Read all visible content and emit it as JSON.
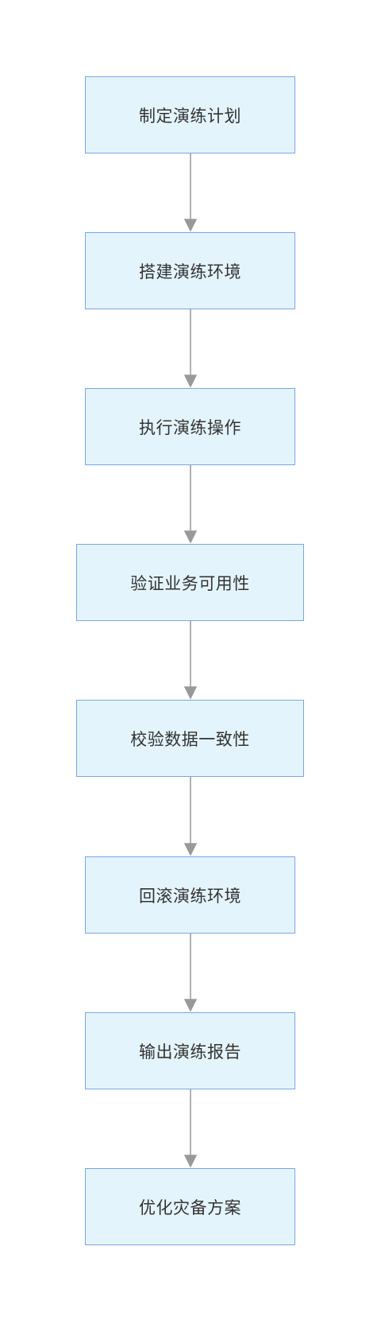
{
  "flowchart": {
    "steps": [
      {
        "label": "制定演练计划"
      },
      {
        "label": "搭建演练环境"
      },
      {
        "label": "执行演练操作"
      },
      {
        "label": "验证业务可用性"
      },
      {
        "label": "校验数据一致性"
      },
      {
        "label": "回滚演练环境"
      },
      {
        "label": "输出演练报告"
      },
      {
        "label": "优化灾备方案"
      }
    ]
  },
  "colors": {
    "node_fill": "#e4f4fc",
    "node_border": "#7aa6e6",
    "arrow": "#999999",
    "text": "#333333"
  }
}
